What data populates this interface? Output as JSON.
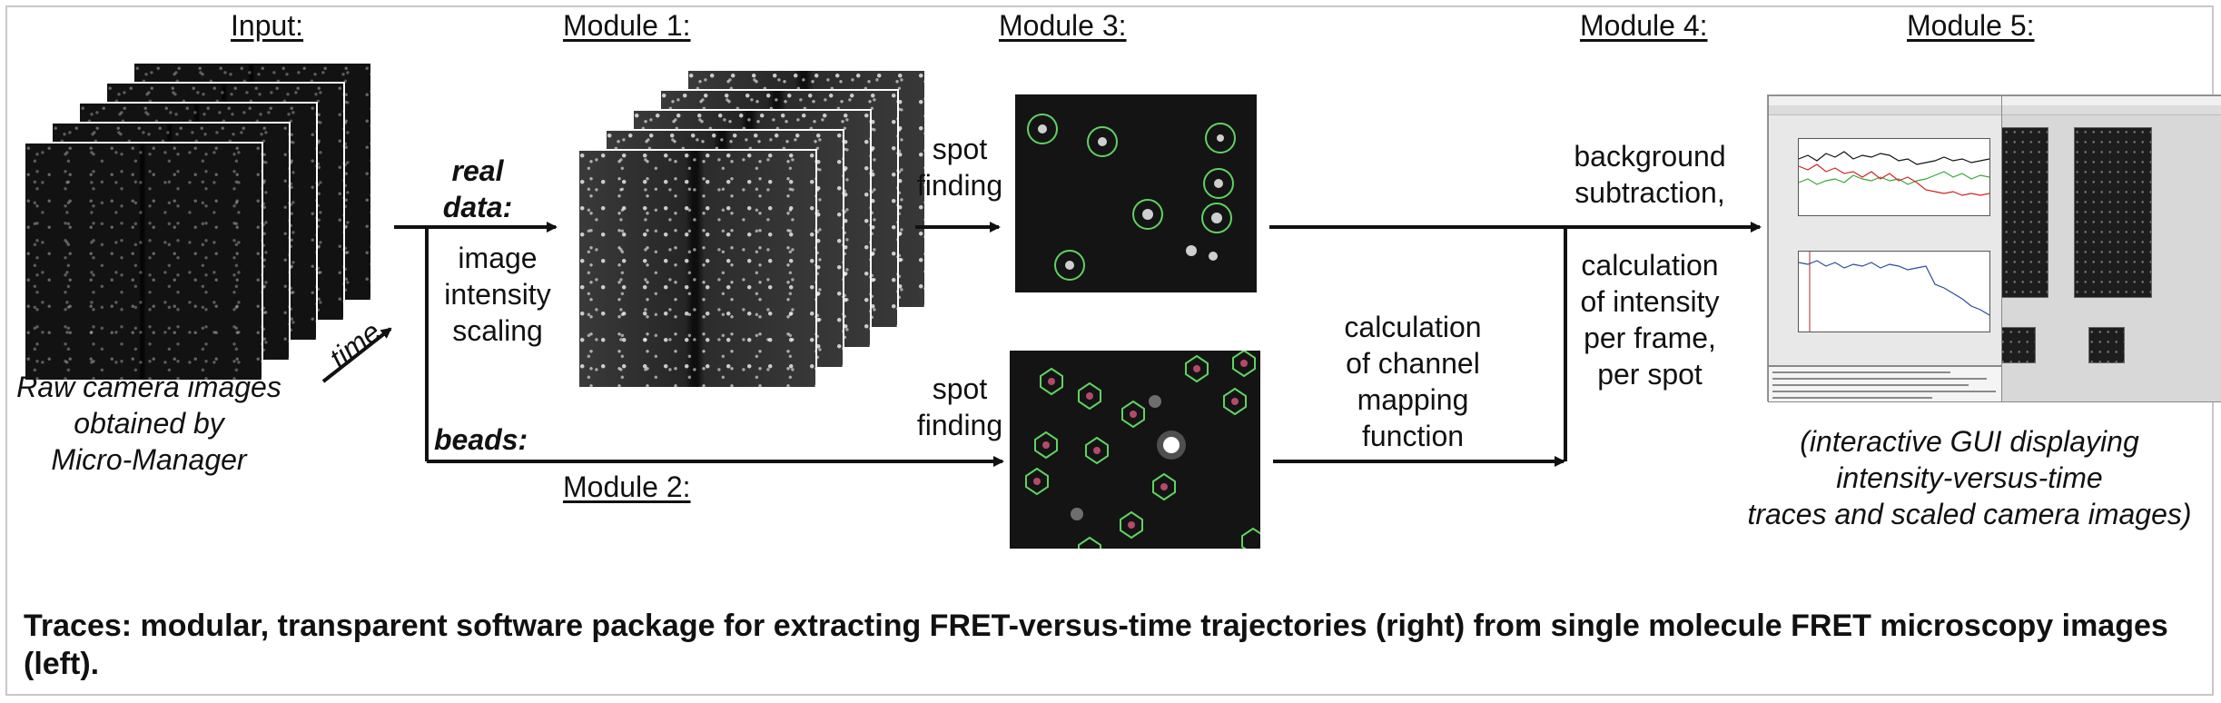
{
  "modules": {
    "input": "Input:",
    "module1": "Module 1:",
    "module2": "Module 2:",
    "module3": "Module 3:",
    "module4": "Module 4:",
    "module5": "Module 5:"
  },
  "input_caption": [
    "Raw camera images",
    "obtained by",
    "Micro-Manager"
  ],
  "time_label": "time",
  "real_data_label": [
    "real",
    "data:"
  ],
  "beads_label": "beads:",
  "scaling_label": [
    "image",
    "intensity",
    "scaling"
  ],
  "spot_finding_top": [
    "spot",
    "finding"
  ],
  "spot_finding_bottom": [
    "spot",
    "finding"
  ],
  "channel_mapping": [
    "calculation",
    "of channel",
    "mapping",
    "function"
  ],
  "background_subtraction": [
    "background",
    "subtraction,"
  ],
  "intensity_calc": [
    "calculation",
    "of intensity",
    "per frame,",
    "per spot"
  ],
  "gui_caption": [
    "(interactive GUI displaying",
    "intensity-versus-time",
    "traces and scaled camera images)"
  ],
  "caption": "Traces: modular, transparent software package for extracting FRET-versus-time trajectories (right) from single molecule FRET microscopy images (left).",
  "colors": {
    "spot_circle": "#5fd35f",
    "trace_black": "#111111",
    "trace_red": "#d22222",
    "trace_green": "#3aa53a",
    "trace_blue": "#2a4aa0"
  }
}
